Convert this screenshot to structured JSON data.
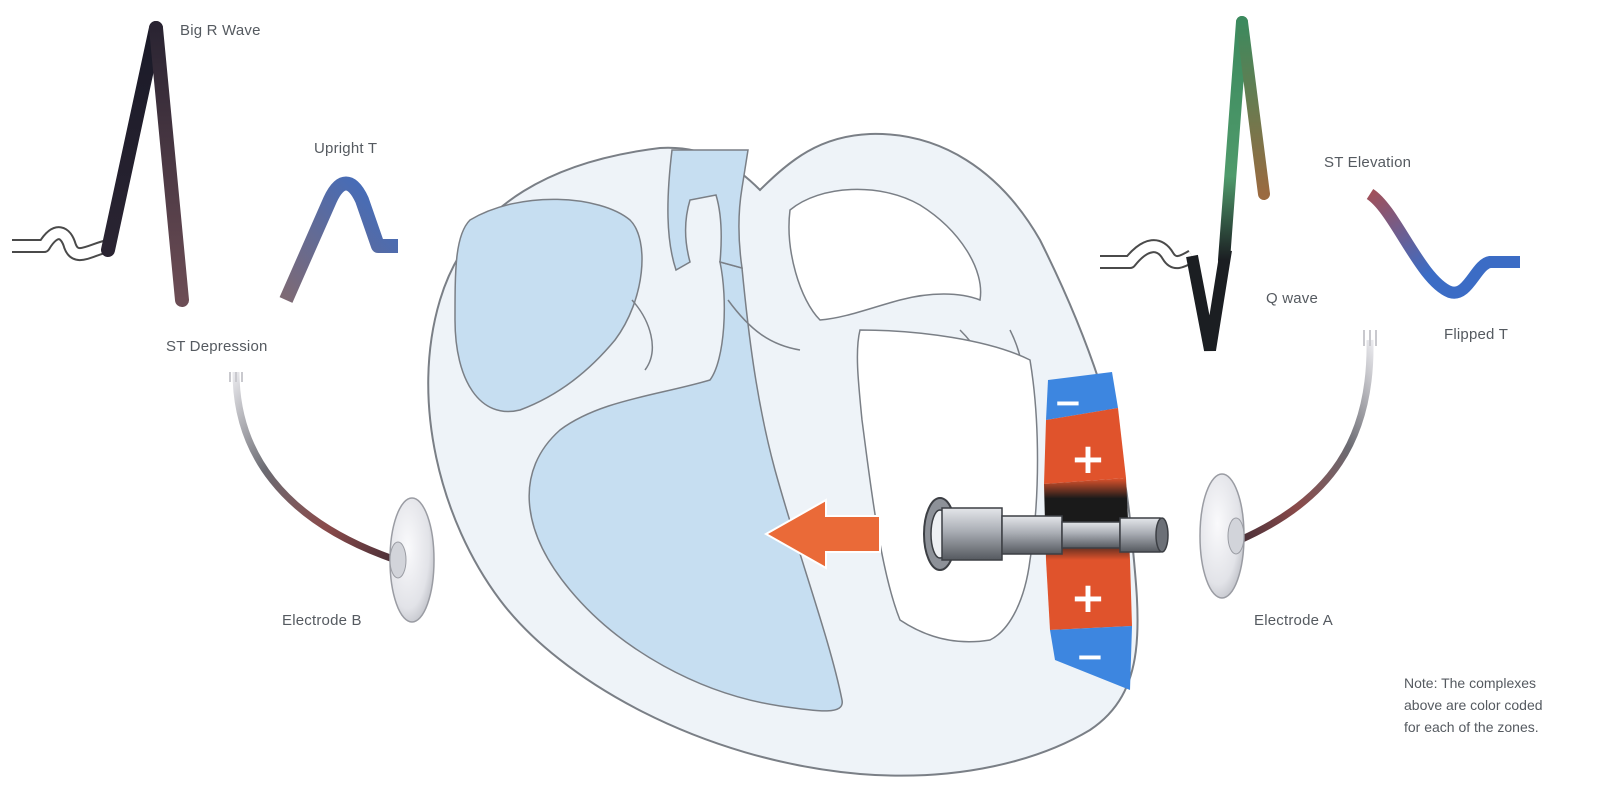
{
  "labels": {
    "big_r_wave": "Big R Wave",
    "upright_t": "Upright T",
    "st_depression": "ST Depression",
    "st_elevation": "ST Elevation",
    "q_wave": "Q wave",
    "flipped_t": "Flipped T",
    "electrode_b": "Electrode B",
    "electrode_a": "Electrode A"
  },
  "note": {
    "line1": "Note: The complexes",
    "line2": "above are color coded",
    "line3": "for each of the zones."
  },
  "zone_signs": {
    "minus": "−",
    "plus": "+"
  },
  "colors": {
    "heart_outline": "#7a7f86",
    "heart_wall": "#eef3f8",
    "chamber_fill": "#c6def1",
    "st_red": "#e0532c",
    "t_blue": "#3b6cc5",
    "q_green": "#4f9a6b",
    "zone_blue": "#3d86e0",
    "arrow_orange": "#ea6a38"
  }
}
